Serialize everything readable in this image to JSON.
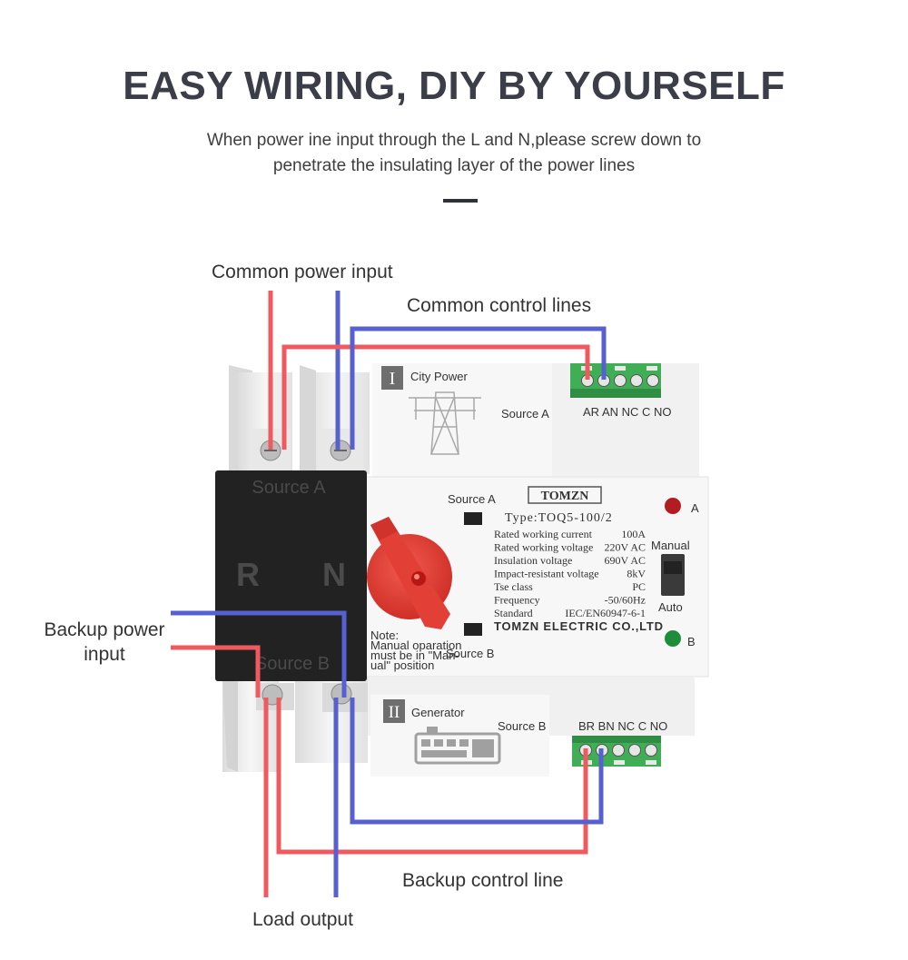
{
  "header": {
    "title": "EASY WIRING, DIY BY YOURSELF",
    "subtitle_line1": "When power ine input through the L and N,please screw down to",
    "subtitle_line2": "penetrate the insulating layer of the power lines"
  },
  "callouts": {
    "common_power_input": "Common power input",
    "common_control_lines": "Common control lines",
    "backup_power_input_line1": "Backup power",
    "backup_power_input_line2": "input",
    "backup_control_line": "Backup control line",
    "load_output": "Load output"
  },
  "device": {
    "black_block": {
      "source_a": "Source A",
      "r": "R",
      "n": "N",
      "source_b": "Source B"
    },
    "top_module": {
      "roman": "I",
      "name": "City Power",
      "source": "Source A",
      "terminals": "AR AN NC C NO"
    },
    "bottom_module": {
      "roman": "II",
      "name": "Generator",
      "source": "Source B",
      "terminals": "BR BN NC C NO"
    },
    "panel": {
      "source_a": "Source A",
      "source_b": "Source B",
      "brand": "TOMZN",
      "type": "Type:TOQ5-100/2",
      "specs": [
        {
          "label": "Rated working current",
          "value": "100A"
        },
        {
          "label": "Rated working voltage",
          "value": "220V AC"
        },
        {
          "label": "Insulation voltage",
          "value": "690V AC"
        },
        {
          "label": "Impact-resistant voltage",
          "value": "8kV"
        },
        {
          "label": "Tse class",
          "value": "PC"
        },
        {
          "label": "Frequency",
          "value": "-50/60Hz"
        },
        {
          "label": "Standard",
          "value": "IEC/EN60947-6-1"
        }
      ],
      "company": "TOMZN ELECTRIC CO.,LTD",
      "note_line1": "Note:",
      "note_line2": "Manual oparation",
      "note_line3": "must be in \"Man-",
      "note_line4": "ual\" position",
      "indicator_a": "A",
      "indicator_b": "B",
      "switch_manual": "Manual",
      "switch_auto": "Auto"
    }
  },
  "colors": {
    "live_wire": "#ef5a5f",
    "neutral_wire": "#5661cf",
    "terminal_green": "#3fae55",
    "device_black": "#222222",
    "knob_red": "#e8413a",
    "led_red": "#b21d23",
    "led_green": "#1e8d3a"
  }
}
